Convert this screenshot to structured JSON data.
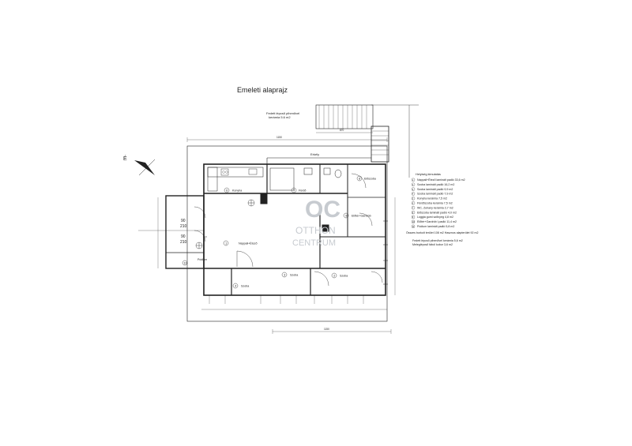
{
  "plan": {
    "title": "Emeleti alaprajz",
    "north": "É",
    "stair_note_line1": "Fedett lépcső pihenővel",
    "stair_note_line2": "kerámia 5.6 m2",
    "balcony": "Erkély",
    "dim_top": "1150",
    "dim_top2": "870",
    "dim_bottom": "1150",
    "door_90": "90",
    "door_210": "210",
    "door_90b": "90",
    "door_210b": "210"
  },
  "rooms": [
    {
      "num": "6",
      "name": "Konyha"
    },
    {
      "num": "7",
      "name": "Fürdő"
    },
    {
      "num": "8",
      "name": "Előszoba"
    },
    {
      "num": "1",
      "name": "Nappali+Étező"
    },
    {
      "num": "9",
      "name": "Előtér+Gardrób"
    },
    {
      "num": "10",
      "name": "Pódium"
    },
    {
      "num": "4",
      "name": "Szoba"
    },
    {
      "num": "3",
      "name": "Szoba"
    },
    {
      "num": "2",
      "name": "Szoba"
    }
  ],
  "legend": {
    "title": "Helyiség kimutatás",
    "items": [
      {
        "num": "1",
        "text": "Nappali+Étező laminált padló 33,6 m2"
      },
      {
        "num": "2",
        "text": "Szoba laminált padló 16,2 m2"
      },
      {
        "num": "3",
        "text": "Szoba laminált padló  9,9 m2"
      },
      {
        "num": "4",
        "text": "Szoba laminált padló  7,9 m2"
      },
      {
        "num": "5",
        "text": "Konyha kerámia          7,5 m2"
      },
      {
        "num": "6",
        "text": "Fürdőszoba kerámia    7,5 m2"
      },
      {
        "num": "7",
        "text": "WC, Zuhany kerámia    2,7 m2"
      },
      {
        "num": "8",
        "text": "Előszoba laminált padló 4,0 m2"
      },
      {
        "num": "9",
        "text": "Loggia gumi szőnyeg   4,8 m2"
      },
      {
        "num": "10",
        "text": "Előtér+Gardrób l.padló 11,4 m2"
      },
      {
        "num": "11",
        "text": "Pódium laminált padló  5,8 m2"
      }
    ],
    "total_line": "Összes burkolt terület     108 m2   Hasznos alapterület 92 m2",
    "extra_line1": "Fedett lépcső pihenővel  kerámia 5,6 m2",
    "extra_line2": "Meleglépcső fából kobor          3,6 m2"
  },
  "watermark": {
    "logo": "OC",
    "line1": "OTTHON",
    "line2": "CENTRUM"
  }
}
